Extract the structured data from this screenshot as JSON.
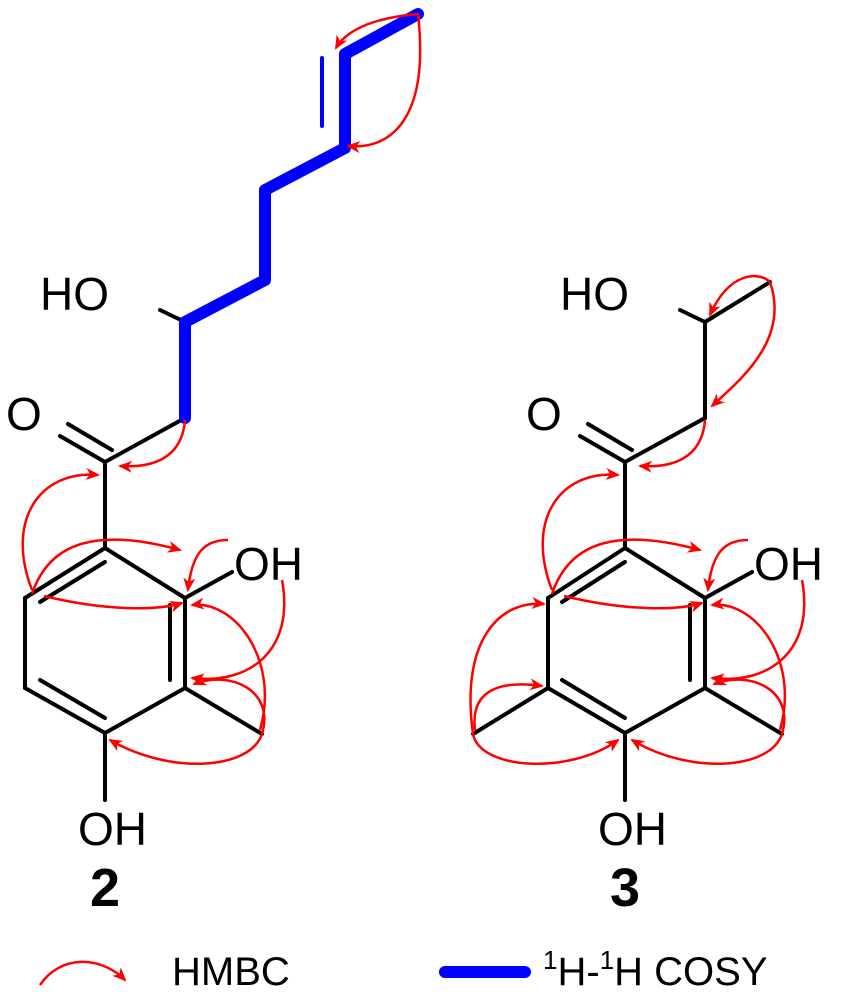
{
  "compound_2": {
    "label": "2",
    "atom_labels": {
      "ho": "HO",
      "o": "O",
      "oh_phenol": "OH",
      "oh_bottom": "OH"
    }
  },
  "compound_3": {
    "label": "3",
    "atom_labels": {
      "ho": "HO",
      "o": "O",
      "oh_phenol": "OH",
      "oh_bottom": "OH"
    }
  },
  "legend": {
    "hmbc_label": "HMBC",
    "cosy_label_sup1": "1",
    "cosy_label_h1": "H-",
    "cosy_label_sup2": "1",
    "cosy_label_h2": "H COSY"
  },
  "colors": {
    "hmbc": "#ff0000",
    "cosy": "#0000ff",
    "bond": "#000000"
  }
}
